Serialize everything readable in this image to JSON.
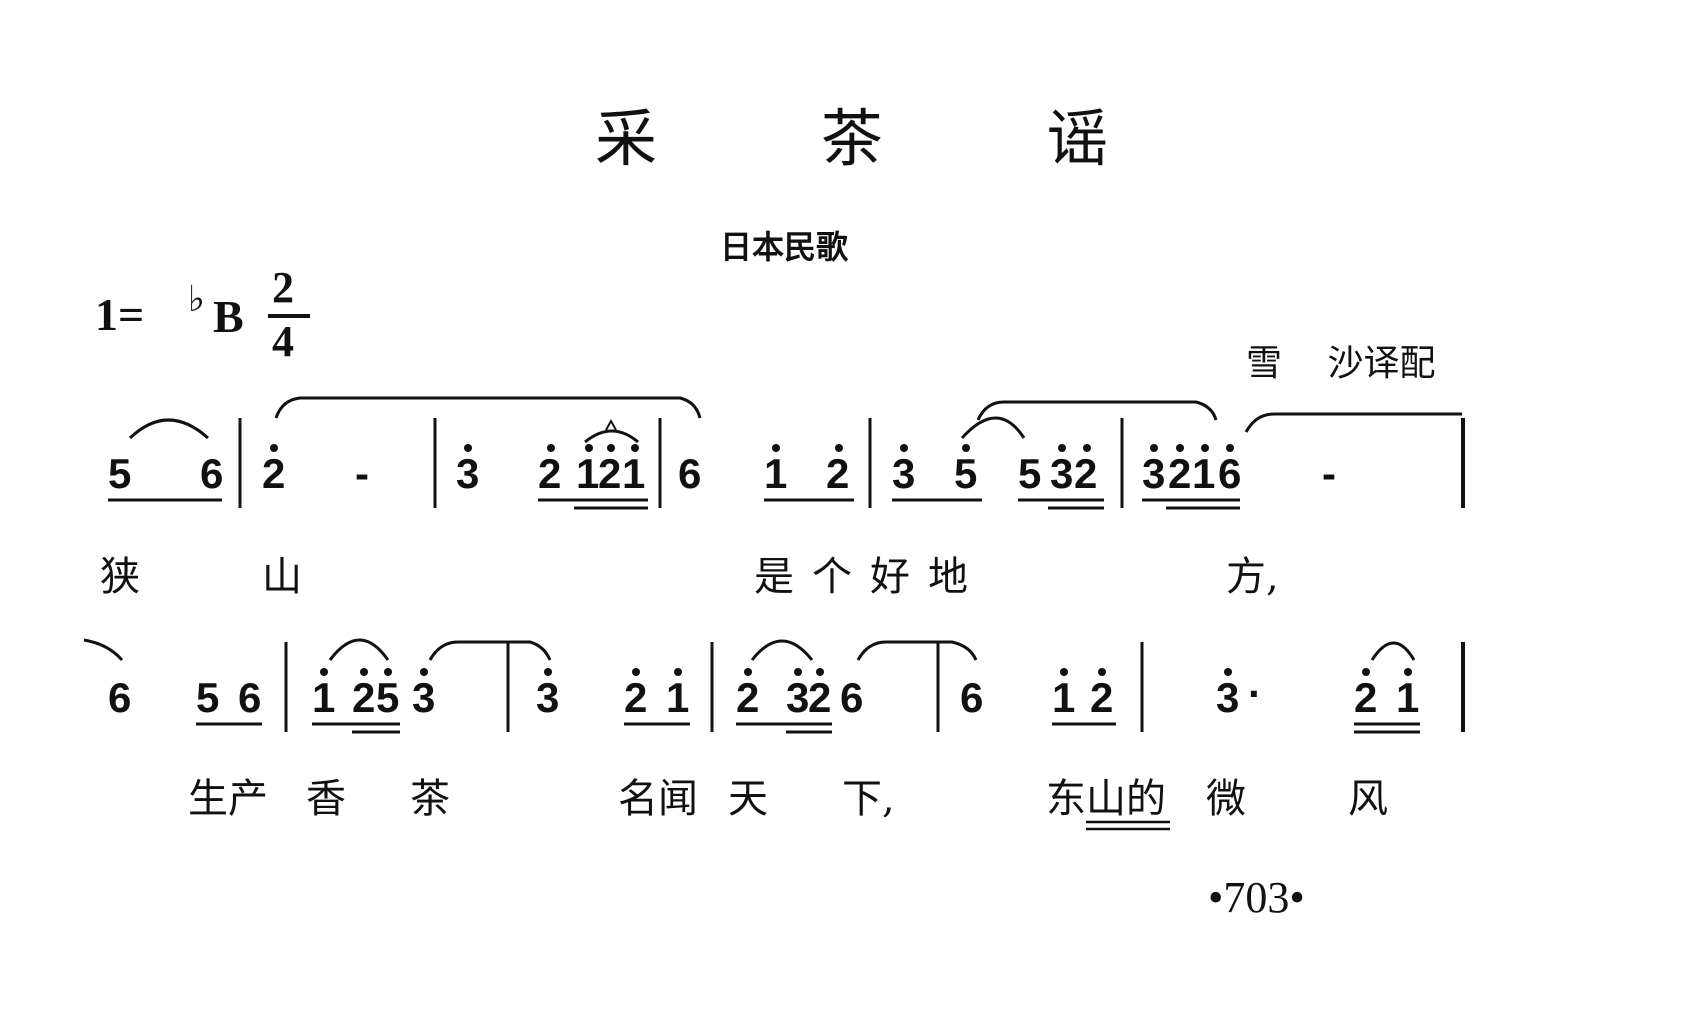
{
  "title": "采 茶 谣",
  "origin": "日本民歌",
  "key": {
    "prefix": "1=",
    "flat_sign": "♭",
    "key_name": "B",
    "time_sig_top": "2",
    "time_sig_bottom": "4"
  },
  "arranger": "雪 沙译配",
  "page_number": "•703•",
  "line1": {
    "notes": [
      "5",
      "6",
      "2",
      "-",
      "3",
      "2",
      "1",
      "2",
      "1",
      "6",
      "1",
      "2",
      "3",
      "5",
      "5",
      "3",
      "2",
      "3",
      "2",
      "1",
      "6",
      "-"
    ]
  },
  "lyrics1": [
    "狭",
    "山",
    "是个好地",
    "方,"
  ],
  "line2": {
    "notes": [
      "6",
      "5",
      "6",
      "1",
      "2",
      "5",
      "3",
      "3",
      "2",
      "1",
      "2",
      "3",
      "2",
      "6",
      "6",
      "1",
      "2",
      "3",
      "·",
      "2",
      "1"
    ]
  },
  "lyrics2": [
    "生产",
    "香",
    "茶",
    "名闻",
    "天",
    "下,",
    "东",
    "山的",
    "微",
    "风"
  ]
}
